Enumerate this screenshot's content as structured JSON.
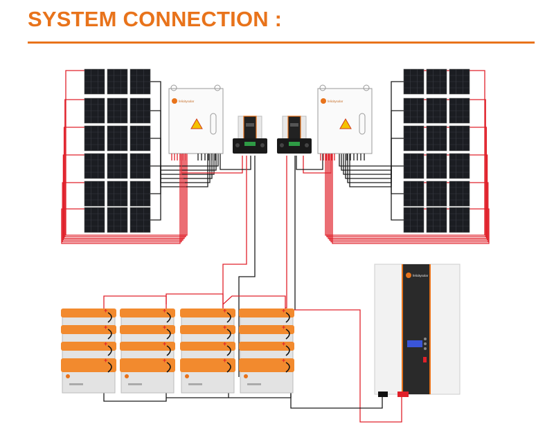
{
  "header": {
    "title": "SYSTEM CONNECTION :"
  },
  "logos": {
    "brand": "felicitysolar"
  },
  "colors": {
    "accent": "#e8731b",
    "positive_wire": "#e0202a",
    "negative_wire": "#1a1a1a",
    "battery_case": "#f28a2e",
    "inverter_strip": "#2a2a2a"
  },
  "components": {
    "solar_arrays": 2,
    "panels_per_array": {
      "columns": 3,
      "rows": 6
    },
    "combiner_boxes": 2,
    "charge_controllers": 2,
    "battery_bank": {
      "columns": 4,
      "rows": 4
    },
    "inverters": 1
  }
}
